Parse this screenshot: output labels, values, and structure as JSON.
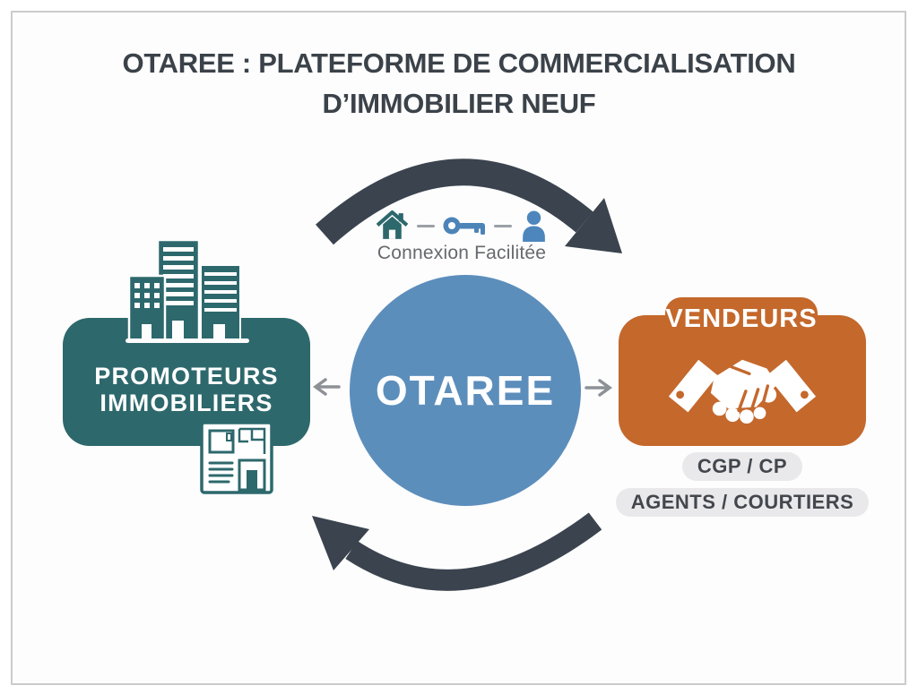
{
  "title": {
    "line1": "OTAREE : PLATEFORME DE COMMERCIALISATION",
    "line2": "D’IMMOBILIER NEUF"
  },
  "flow_top": {
    "caption": "Connexion Facilitée",
    "icons": [
      "house-icon",
      "key-icon",
      "person-icon"
    ]
  },
  "platform": {
    "name": "OTAREE"
  },
  "promoters": {
    "line1": "PROMOTEURS",
    "line2": "IMMOBILIERS"
  },
  "vendors": {
    "title": "VENDEURS",
    "tags": [
      "CGP / CP",
      "AGENTS / COURTIERS"
    ]
  },
  "colors": {
    "teal": "#2D686C",
    "orange": "#C4682C",
    "circle_blue": "#5C8EBC",
    "arc_dark": "#3A434E",
    "title_text": "#3B4249",
    "pill_bg": "#E9E9EB",
    "pill_text": "#43474D",
    "caption_text": "#66696E",
    "key_blue": "#4D84B8",
    "person_blue": "#4D86BD",
    "frame_border": "#CBCBCB",
    "small_arrow_gray": "#8D9196"
  }
}
